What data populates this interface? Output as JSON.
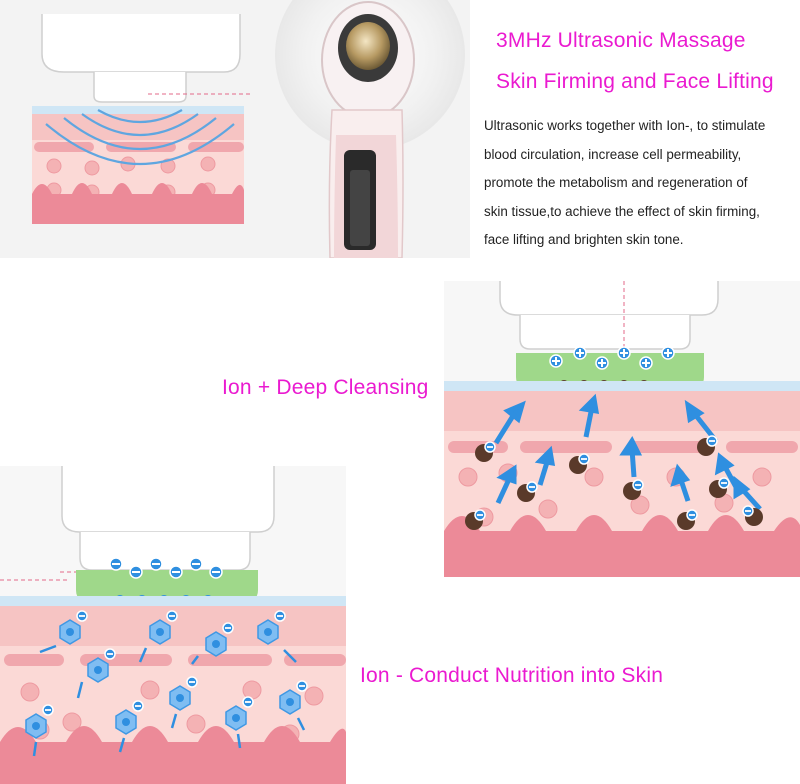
{
  "section1": {
    "title_line1": "3MHz Ultrasonic Massage",
    "title_line2": "Skin Firming and Face Lifting",
    "description_lines": [
      "Ultrasonic works together with Ion-, to stimulate",
      "blood circulation, increase cell permeability,",
      "promote the metabolism and regeneration of",
      "skin tissue,to achieve the effect of skin firming,",
      "face lifting and brighten skin tone."
    ]
  },
  "section2": {
    "title": "Ion + Deep Cleansing"
  },
  "section3": {
    "title": "Ion - Conduct Nutrition into Skin"
  },
  "colors": {
    "title_pink": "#ea1ad0",
    "skin_pink": "#f4a7ad",
    "skin_light": "#fbd9d6",
    "ion_blue": "#2f8fe0",
    "gel_green": "#9fd88a",
    "dirt_brown": "#5a3a2a"
  },
  "icons": {
    "minus_ion": "minus-ion-icon",
    "plus_ion": "plus-ion-icon",
    "nutrient": "nutrient-molecule-icon",
    "dirt": "dirt-particle-icon",
    "arrow": "arrow-icon"
  }
}
